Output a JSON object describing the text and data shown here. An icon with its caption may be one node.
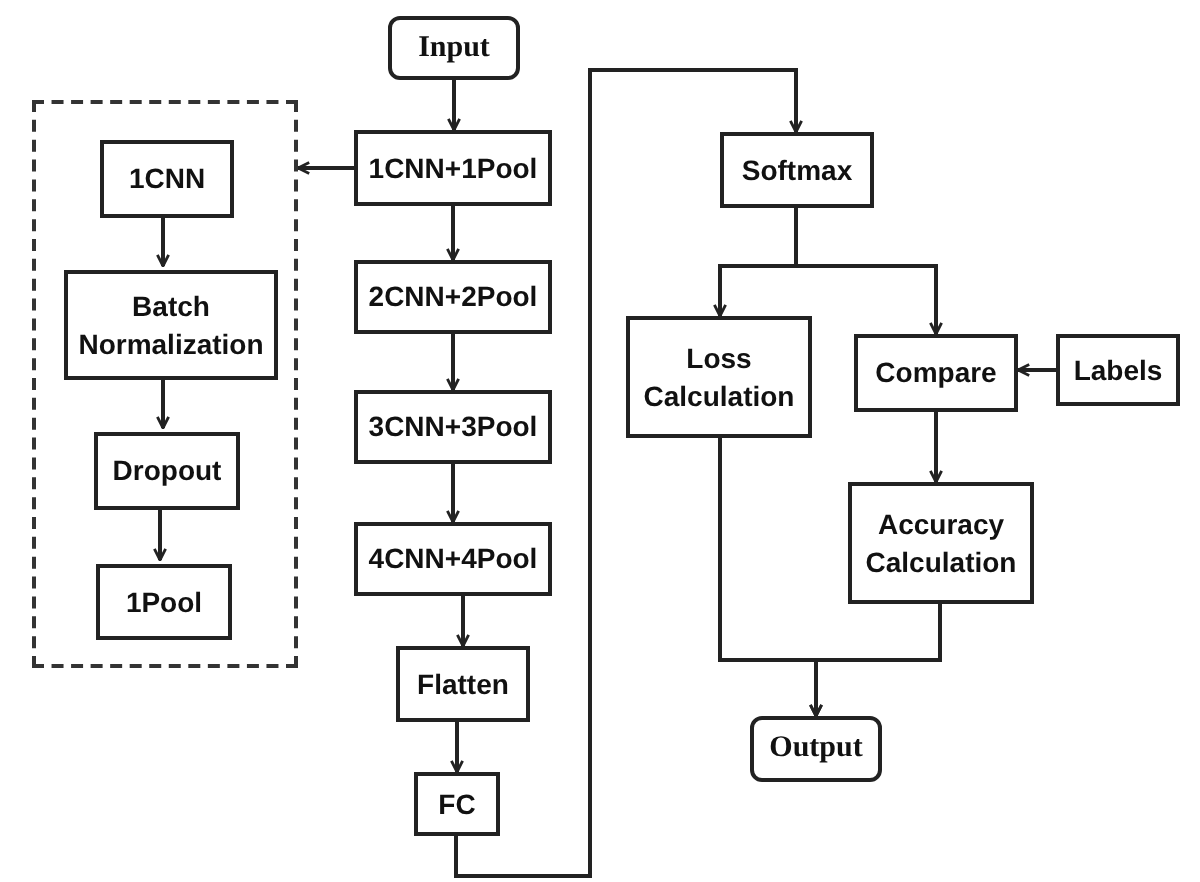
{
  "diagram": {
    "nodes": [
      {
        "text": [
          "Input"
        ]
      },
      {
        "text": [
          "1CNN+1Pool"
        ]
      },
      {
        "text": [],
        "shape": "box"
      },
      {
        "text": [
          "1CNN"
        ],
        "in": 2
      },
      {
        "text": [
          "Batch Normalization"
        ],
        "in": 2
      },
      {
        "text": [
          "Dropout"
        ],
        "in": 2
      },
      {
        "text": [
          "1Pool"
        ],
        "in": 2
      },
      {
        "text": [
          "2CNN+2Pool"
        ]
      },
      {
        "text": [
          "3CNN+3Pool"
        ]
      },
      {
        "text": [
          "4CNN+4Pool"
        ]
      },
      {
        "text": [
          "Flatten"
        ]
      },
      {
        "text": [
          "FC"
        ]
      },
      {
        "text": [
          "Softmax"
        ]
      },
      {
        "text": [
          "Loss Calculation"
        ]
      },
      {
        "text": [
          "Compare"
        ]
      },
      {
        "text": [
          "Labels"
        ]
      },
      {
        "text": [
          "Accuracy Calculation"
        ]
      },
      {
        "text": [
          "Output"
        ]
      }
    ],
    "edges": [
      {
        "from": 0,
        "to": 1,
        "arrow": "to"
      },
      {
        "from": 1,
        "to": 2,
        "arrow": "to"
      },
      {
        "from": 3,
        "to": 4,
        "arrow": "to"
      },
      {
        "from": 4,
        "to": 5,
        "arrow": "to"
      },
      {
        "from": 5,
        "to": 6,
        "arrow": "to"
      },
      {
        "from": 1,
        "to": 7,
        "arrow": "to"
      },
      {
        "from": 7,
        "to": 8,
        "arrow": "to"
      },
      {
        "from": 8,
        "to": 9,
        "arrow": "to"
      },
      {
        "from": 9,
        "to": 10,
        "arrow": "to"
      },
      {
        "from": 10,
        "to": 11,
        "arrow": "to"
      },
      {
        "from": 11,
        "to": 12,
        "arrow": "to"
      },
      {
        "from": 12,
        "to": 13,
        "arrow": "to"
      },
      {
        "from": 12,
        "to": 14,
        "arrow": "to"
      },
      {
        "from": 15,
        "to": 14,
        "arrow": "to"
      },
      {
        "from": 14,
        "to": 16,
        "arrow": "to"
      },
      {
        "from": 13,
        "to": 17,
        "arrow": "to"
      },
      {
        "from": 16,
        "to": 17,
        "arrow": "to"
      }
    ]
  }
}
